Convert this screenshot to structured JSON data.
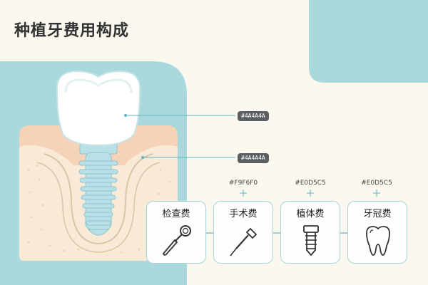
{
  "title": "种植牙费用构成",
  "colors": {
    "background": "#fbf8ef",
    "teal_panel": "#a9d9dc",
    "teal_line": "#5fb5bd",
    "tag_bg": "#5b5f63",
    "bone": "#f8ead6",
    "gum": "#f6d2b7",
    "crown": "#ffffff",
    "implant": "#b9e0e6"
  },
  "labels": {
    "crown_color": "#4A4A4A",
    "implant_color": "#4A4A4A"
  },
  "cards": [
    {
      "label": "检查费",
      "icon": "dental-mirror-icon",
      "hex": ""
    },
    {
      "label": "手术费",
      "icon": "dental-probe-icon",
      "hex": "#F9F6F0"
    },
    {
      "label": "植体费",
      "icon": "implant-screw-icon",
      "hex": "#E0D5C5"
    },
    {
      "label": "牙冠费",
      "icon": "tooth-icon",
      "hex": "#E0D5C5"
    }
  ]
}
